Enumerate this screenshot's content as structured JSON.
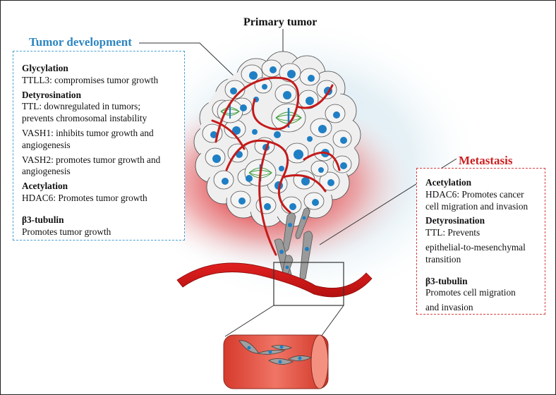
{
  "titles": {
    "primary_tumor": "Primary tumor",
    "tumor_development": "Tumor development",
    "metastasis": "Metastasis"
  },
  "left_panel": {
    "glycylation_heading": "Glycylation",
    "glycylation_ttll3": "TTLL3: compromises tumor growth",
    "detyrosination_heading": "Detyrosination",
    "ttl_line1": "TTL: downregulated in tumors;",
    "ttl_line2": "prevents chromosomal instability",
    "vash1_line1": "VASH1: inhibits tumor growth and",
    "vash1_line2": "angiogenesis",
    "vash2_line1": "VASH2: promotes tumor growth and",
    "vash2_line2": "angiogenesis",
    "acetylation_heading": "Acetylation",
    "hdac6": "HDAC6: Promotes tumor growth",
    "b3_heading": "β3-tubulin",
    "b3_text": "Promotes tumor growth"
  },
  "right_panel": {
    "acetylation_heading": "Acetylation",
    "hdac6_line1": "HDAC6: Promotes cancer",
    "hdac6_line2": "cell migration and invasion",
    "detyrosination_heading": "Detyrosination",
    "ttl_line1": "TTL: Prevents",
    "ttl_line2": "epithelial-to-mesenchymal",
    "ttl_line3": "transition",
    "b3_heading": "β3-tubulin",
    "b3_line1": "Promotes cell migration",
    "b3_line2": "and invasion"
  },
  "colors": {
    "blue_accent": "#2e86c1",
    "red_accent": "#cc1f1f",
    "vessel_red": "#cc1a1a",
    "nucleus_blue": "#1f7fc4",
    "cell_fill": "#f2f2f2",
    "migrating_cell": "#9a9a9a"
  }
}
